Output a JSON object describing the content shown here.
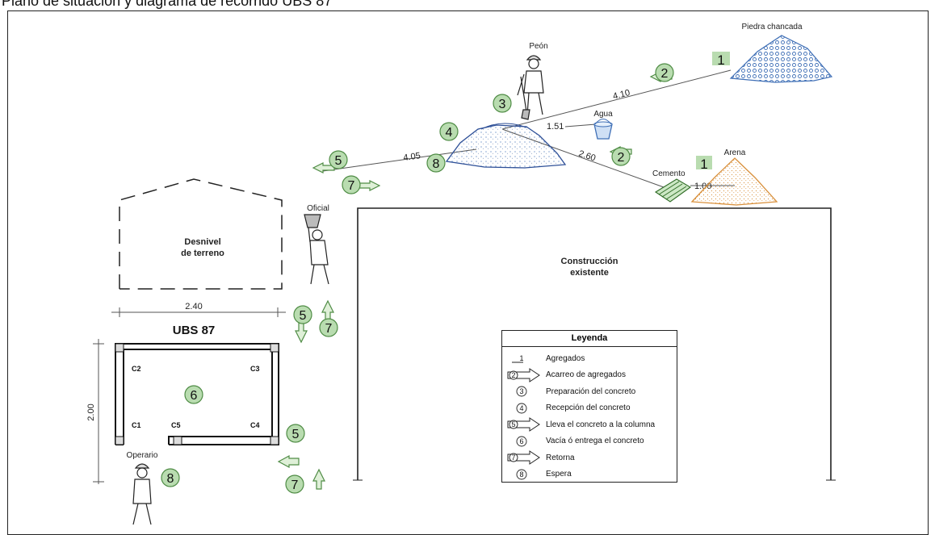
{
  "caption": "Plano de situación y diagrama de recorrido UBS 87",
  "labels": {
    "piedra": "Piedra chancada",
    "peon": "Peón",
    "agua": "Agua",
    "arena": "Arena",
    "cemento": "Cemento",
    "oficial": "Oficial",
    "operario": "Operario",
    "desnivel_1": "Desnivel",
    "desnivel_2": "de terreno",
    "construccion_1": "Construcción",
    "construccion_2": "existente",
    "ubs": "UBS 87"
  },
  "dimensions": {
    "d_410": "4.10",
    "d_151": "1.51",
    "d_260": "2.60",
    "d_405": "4.05",
    "d_100": "1.00",
    "d_240": "2.40",
    "d_200": "2.00"
  },
  "columns": {
    "c1": "C1",
    "c2": "C2",
    "c3": "C3",
    "c4": "C4",
    "c5": "C5"
  },
  "steps": {
    "n1": "1",
    "n2": "2",
    "n3": "3",
    "n4": "4",
    "n5": "5",
    "n6": "6",
    "n7": "7",
    "n8": "8"
  },
  "legend": {
    "title": "Leyenda",
    "items": [
      {
        "sym": "1",
        "label": "Agregados"
      },
      {
        "sym": "2",
        "label": "Acarreo de agregados"
      },
      {
        "sym": "3",
        "label": "Preparación del concreto"
      },
      {
        "sym": "4",
        "label": "Recepción del concreto"
      },
      {
        "sym": "5",
        "label": "Lleva el concreto a la columna"
      },
      {
        "sym": "6",
        "label": "Vacía ó entrega el concreto"
      },
      {
        "sym": "7",
        "label": "Retorna"
      },
      {
        "sym": "8",
        "label": "Espera"
      }
    ]
  },
  "colors": {
    "step_fill": "#b9dcb0",
    "step_stroke": "#4f8c45",
    "piedra": "#3f6fb6",
    "arena": "#d88f3a",
    "cemento": "#4a9a3e",
    "line": "#222222"
  }
}
